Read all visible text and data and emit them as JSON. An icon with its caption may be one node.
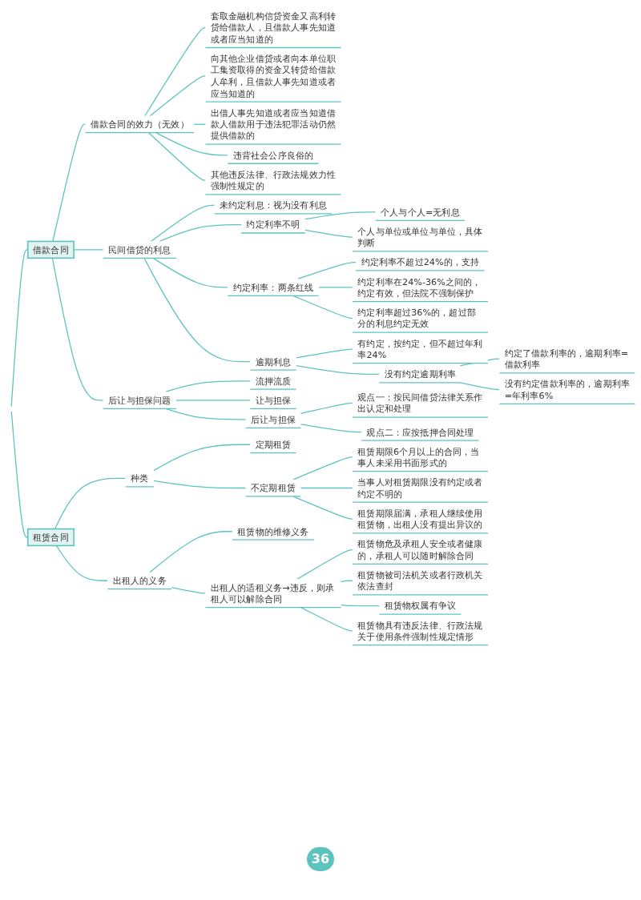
{
  "diagram": {
    "nodes": [
      {
        "text": [
          "借款合同"
        ]
      },
      {
        "text": [
          "借款合同的效力（无效）"
        ]
      },
      {
        "text": [
          "套取金融机构信贷资金又高利转贷给借款人，且借款人事先知道或者应当知道的"
        ]
      },
      {
        "text": [
          "向其他企业借贷或者向本单位职工集资取得的资金又转贷给借款人牟利，且借款人事先知道或者应当知道的"
        ]
      },
      {
        "text": [
          "出借人事先知道或者应当知道借款人借款用于违法犯罪活动仍然提供借款的"
        ]
      },
      {
        "text": [
          "违背社会公序良俗的"
        ]
      },
      {
        "text": [
          "其他违反法律、行政法规效力性强制性规定的"
        ]
      },
      {
        "text": [
          "民间借贷的利息"
        ]
      },
      {
        "text": [
          "未约定利息：视为没有利息"
        ]
      },
      {
        "text": [
          "约定利率不明"
        ]
      },
      {
        "text": [
          "个人与个人=无利息"
        ]
      },
      {
        "text": [
          "个人与单位或单位与单位，具体判断"
        ]
      },
      {
        "text": [
          "约定利率：两条红线"
        ]
      },
      {
        "text": [
          "约定利率不超过24%的，支持"
        ]
      },
      {
        "text": [
          "约定利率在24%-36%之间的，约定有效，但法院不强制保护"
        ]
      },
      {
        "text": [
          "约定利率超过36%的，超过部分的利息约定无效"
        ]
      },
      {
        "text": [
          "逾期利息"
        ]
      },
      {
        "text": [
          "有约定，按约定，但不超过年利率24%"
        ]
      },
      {
        "text": [
          "没有约定逾期利率"
        ]
      },
      {
        "text": [
          "约定了借款利率的，逾期利率=借款利率"
        ]
      },
      {
        "text": [
          "没有约定借款利率的，逾期利率=年利率6%"
        ]
      },
      {
        "text": [
          "后让与担保问题"
        ]
      },
      {
        "text": [
          "流押流质"
        ]
      },
      {
        "text": [
          "让与担保"
        ]
      },
      {
        "text": [
          "后让与担保"
        ]
      },
      {
        "text": [
          "观点一：按民间借贷法律关系作出认定和处理"
        ]
      },
      {
        "text": [
          "观点二：应按抵押合同处理"
        ]
      },
      {
        "text": [
          "租赁合同"
        ]
      },
      {
        "text": [
          "种类"
        ]
      },
      {
        "text": [
          "定期租赁"
        ]
      },
      {
        "text": [
          "不定期租赁"
        ]
      },
      {
        "text": [
          "租赁期限6个月以上的合同，当事人未采用书面形式的"
        ]
      },
      {
        "text": [
          "当事人对租赁期限没有约定或者约定不明的"
        ]
      },
      {
        "text": [
          "租赁期限届满，承租人继续使用租赁物，出租人没有提出异议的"
        ]
      },
      {
        "text": [
          "出租人的义务"
        ]
      },
      {
        "text": [
          "租赁物的维修义务"
        ]
      },
      {
        "text": [
          "出租人的适租义务→违反，则承租人可以解除合同"
        ]
      },
      {
        "text": [
          "租赁物危及承租人安全或者健康的，承租人可以随时解除合同"
        ]
      },
      {
        "text": [
          "租赁物被司法机关或者行政机关依法查封"
        ]
      },
      {
        "text": [
          "租赁物权属有争议"
        ]
      },
      {
        "text": [
          "租赁物具有违反法律、行政法规关于使用条件强制性规定情形"
        ]
      }
    ],
    "edges": [
      {
        "from": null,
        "to": 0,
        "arrow": "none"
      },
      {
        "from": 0,
        "to": 1,
        "arrow": "none"
      },
      {
        "from": 1,
        "to": 2,
        "arrow": "none"
      },
      {
        "from": 1,
        "to": 3,
        "arrow": "none"
      },
      {
        "from": 1,
        "to": 4,
        "arrow": "none"
      },
      {
        "from": 1,
        "to": 5,
        "arrow": "none"
      },
      {
        "from": 1,
        "to": 6,
        "arrow": "none"
      },
      {
        "from": 0,
        "to": 7,
        "arrow": "none"
      },
      {
        "from": 7,
        "to": 8,
        "arrow": "none"
      },
      {
        "from": 7,
        "to": 9,
        "arrow": "none"
      },
      {
        "from": 9,
        "to": 10,
        "arrow": "none"
      },
      {
        "from": 9,
        "to": 11,
        "arrow": "none"
      },
      {
        "from": 7,
        "to": 12,
        "arrow": "none"
      },
      {
        "from": 12,
        "to": 13,
        "arrow": "none"
      },
      {
        "from": 12,
        "to": 14,
        "arrow": "none"
      },
      {
        "from": 12,
        "to": 15,
        "arrow": "none"
      },
      {
        "from": 7,
        "to": 16,
        "arrow": "none"
      },
      {
        "from": 16,
        "to": 17,
        "arrow": "none"
      },
      {
        "from": 16,
        "to": 18,
        "arrow": "none"
      },
      {
        "from": 18,
        "to": 19,
        "arrow": "none"
      },
      {
        "from": 18,
        "to": 20,
        "arrow": "none"
      },
      {
        "from": 0,
        "to": 21,
        "arrow": "none"
      },
      {
        "from": 21,
        "to": 22,
        "arrow": "none"
      },
      {
        "from": 21,
        "to": 23,
        "arrow": "none"
      },
      {
        "from": 21,
        "to": 24,
        "arrow": "none"
      },
      {
        "from": 24,
        "to": 25,
        "arrow": "none"
      },
      {
        "from": 24,
        "to": 26,
        "arrow": "none"
      },
      {
        "from": null,
        "to": 27,
        "arrow": "none"
      },
      {
        "from": 27,
        "to": 28,
        "arrow": "none"
      },
      {
        "from": 28,
        "to": 29,
        "arrow": "none"
      },
      {
        "from": 28,
        "to": 30,
        "arrow": "none"
      },
      {
        "from": 30,
        "to": 31,
        "arrow": "none"
      },
      {
        "from": 30,
        "to": 32,
        "arrow": "none"
      },
      {
        "from": 30,
        "to": 33,
        "arrow": "none"
      },
      {
        "from": 27,
        "to": 34,
        "arrow": "none"
      },
      {
        "from": 34,
        "to": 35,
        "arrow": "none"
      },
      {
        "from": 34,
        "to": 36,
        "arrow": "none"
      },
      {
        "from": 36,
        "to": 37,
        "arrow": "none"
      },
      {
        "from": 36,
        "to": 38,
        "arrow": "none"
      },
      {
        "from": 36,
        "to": 39,
        "arrow": "none"
      },
      {
        "from": 36,
        "to": 40,
        "arrow": "none"
      }
    ],
    "labels": [
      "36"
    ]
  }
}
